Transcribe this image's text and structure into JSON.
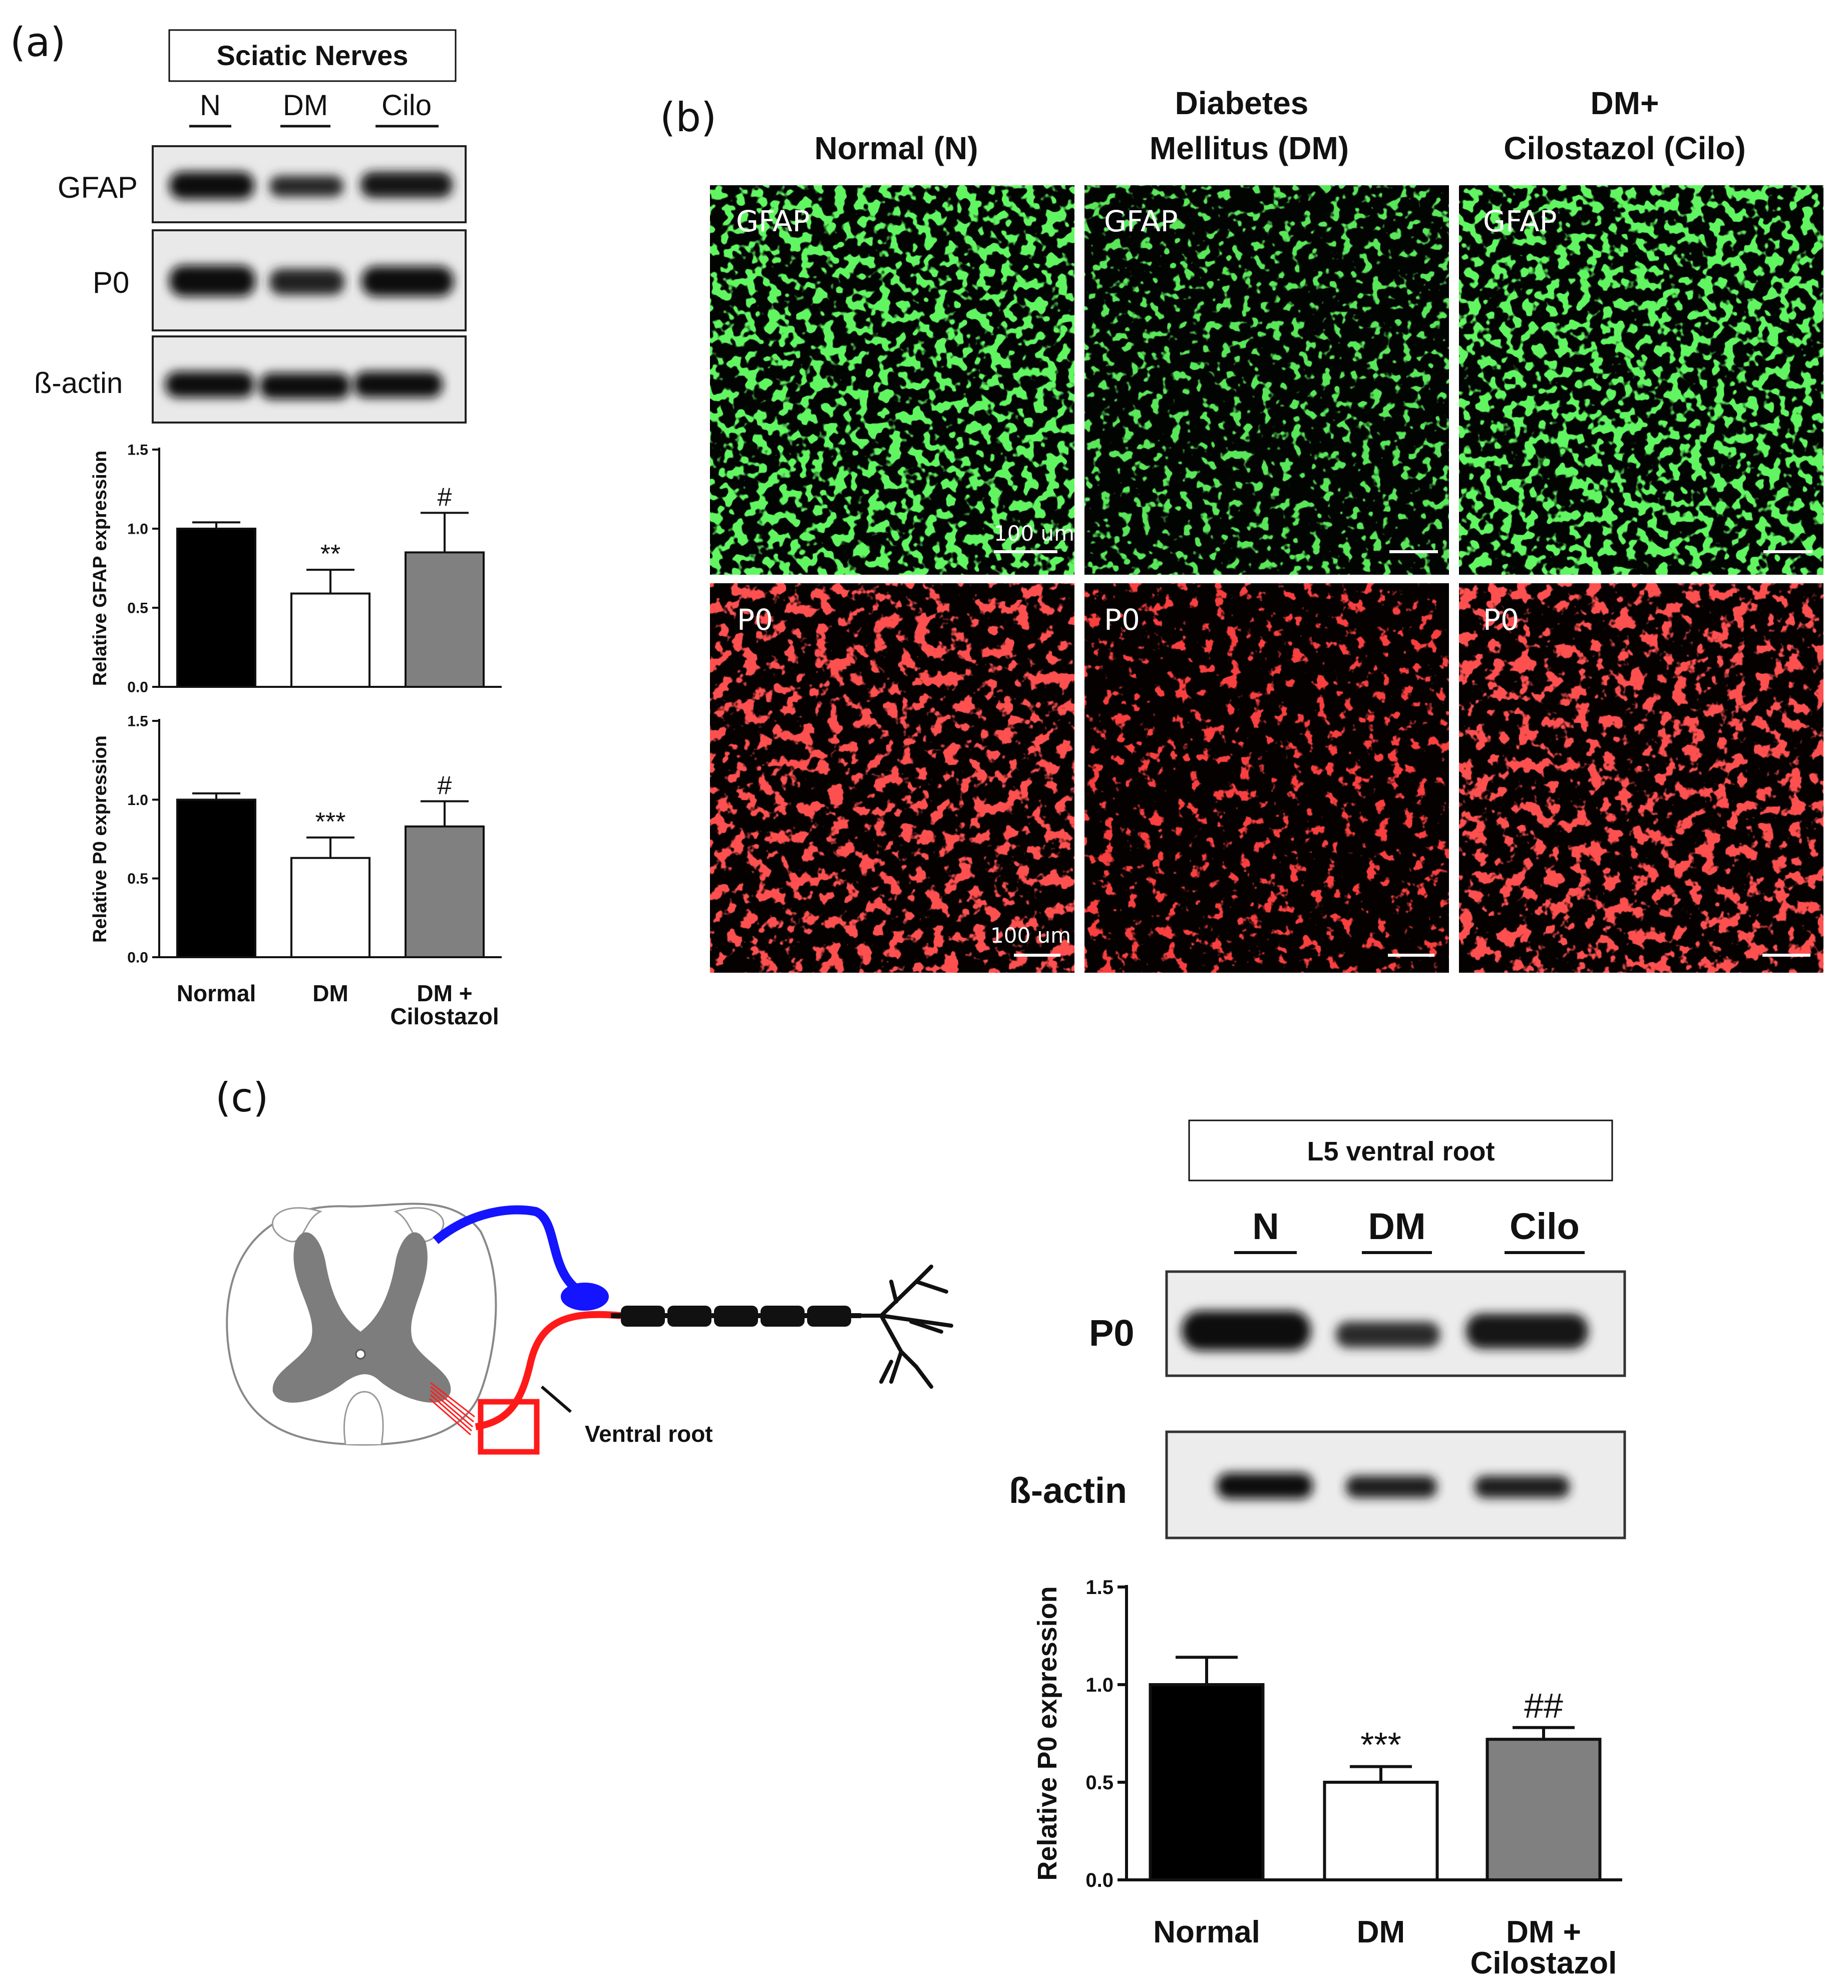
{
  "panel_a": {
    "letter": "(a)",
    "header": "Sciatic Nerves",
    "lanes": [
      "N",
      "DM",
      "Cilo"
    ],
    "blot_labels": [
      "GFAP",
      "P0",
      "ß-actin"
    ]
  },
  "panel_b": {
    "letter": "(b)",
    "columns": [
      {
        "line1": "",
        "line2": "Normal (N)"
      },
      {
        "line1": "Diabetes",
        "line2": "Mellitus (DM)"
      },
      {
        "line1": "DM+",
        "line2": "Cilostazol (Cilo)"
      }
    ],
    "row_labels": [
      "GFAP",
      "P0"
    ],
    "scale_bar": "100 um",
    "colors": {
      "gfap": "#22e01e",
      "p0": "#ff1a1a"
    }
  },
  "panel_c": {
    "letter": "(c)",
    "diagram_label": "Ventral root",
    "header": "L5 ventral root",
    "lanes": [
      "N",
      "DM",
      "Cilo"
    ],
    "blot_labels": [
      "P0",
      "ß-actin"
    ]
  },
  "chart_data": [
    {
      "type": "bar",
      "categories": [
        "Normal",
        "DM",
        "DM + Cilostazol"
      ],
      "values": [
        1.0,
        0.59,
        0.85
      ],
      "errors": [
        0.04,
        0.15,
        0.25
      ],
      "significance": [
        "",
        "**",
        "#"
      ],
      "ylabel": "Relative GFAP expression",
      "ylim": [
        0,
        1.5
      ],
      "yticks": [
        "0.0",
        "0.5",
        "1.0",
        "1.5"
      ],
      "bar_colors": [
        "#000000",
        "#ffffff",
        "#808080"
      ]
    },
    {
      "type": "bar",
      "categories": [
        "Normal",
        "DM",
        "DM + Cilostazol"
      ],
      "values": [
        1.0,
        0.63,
        0.83
      ],
      "errors": [
        0.04,
        0.13,
        0.16
      ],
      "significance": [
        "",
        "***",
        "#"
      ],
      "ylabel": "Relative P0 expression",
      "ylim": [
        0,
        1.5
      ],
      "yticks": [
        "0.0",
        "0.5",
        "1.0",
        "1.5"
      ],
      "bar_colors": [
        "#000000",
        "#ffffff",
        "#808080"
      ]
    },
    {
      "type": "bar",
      "categories": [
        "Normal",
        "DM",
        "DM + Cilostazol"
      ],
      "values": [
        1.0,
        0.5,
        0.72
      ],
      "errors": [
        0.14,
        0.08,
        0.06
      ],
      "significance": [
        "",
        "***",
        "##"
      ],
      "ylabel": "Relative P0 expression",
      "ylim": [
        0,
        1.5
      ],
      "yticks": [
        "0.0",
        "0.5",
        "1.0",
        "1.5"
      ],
      "bar_colors": [
        "#000000",
        "#ffffff",
        "#808080"
      ]
    }
  ]
}
